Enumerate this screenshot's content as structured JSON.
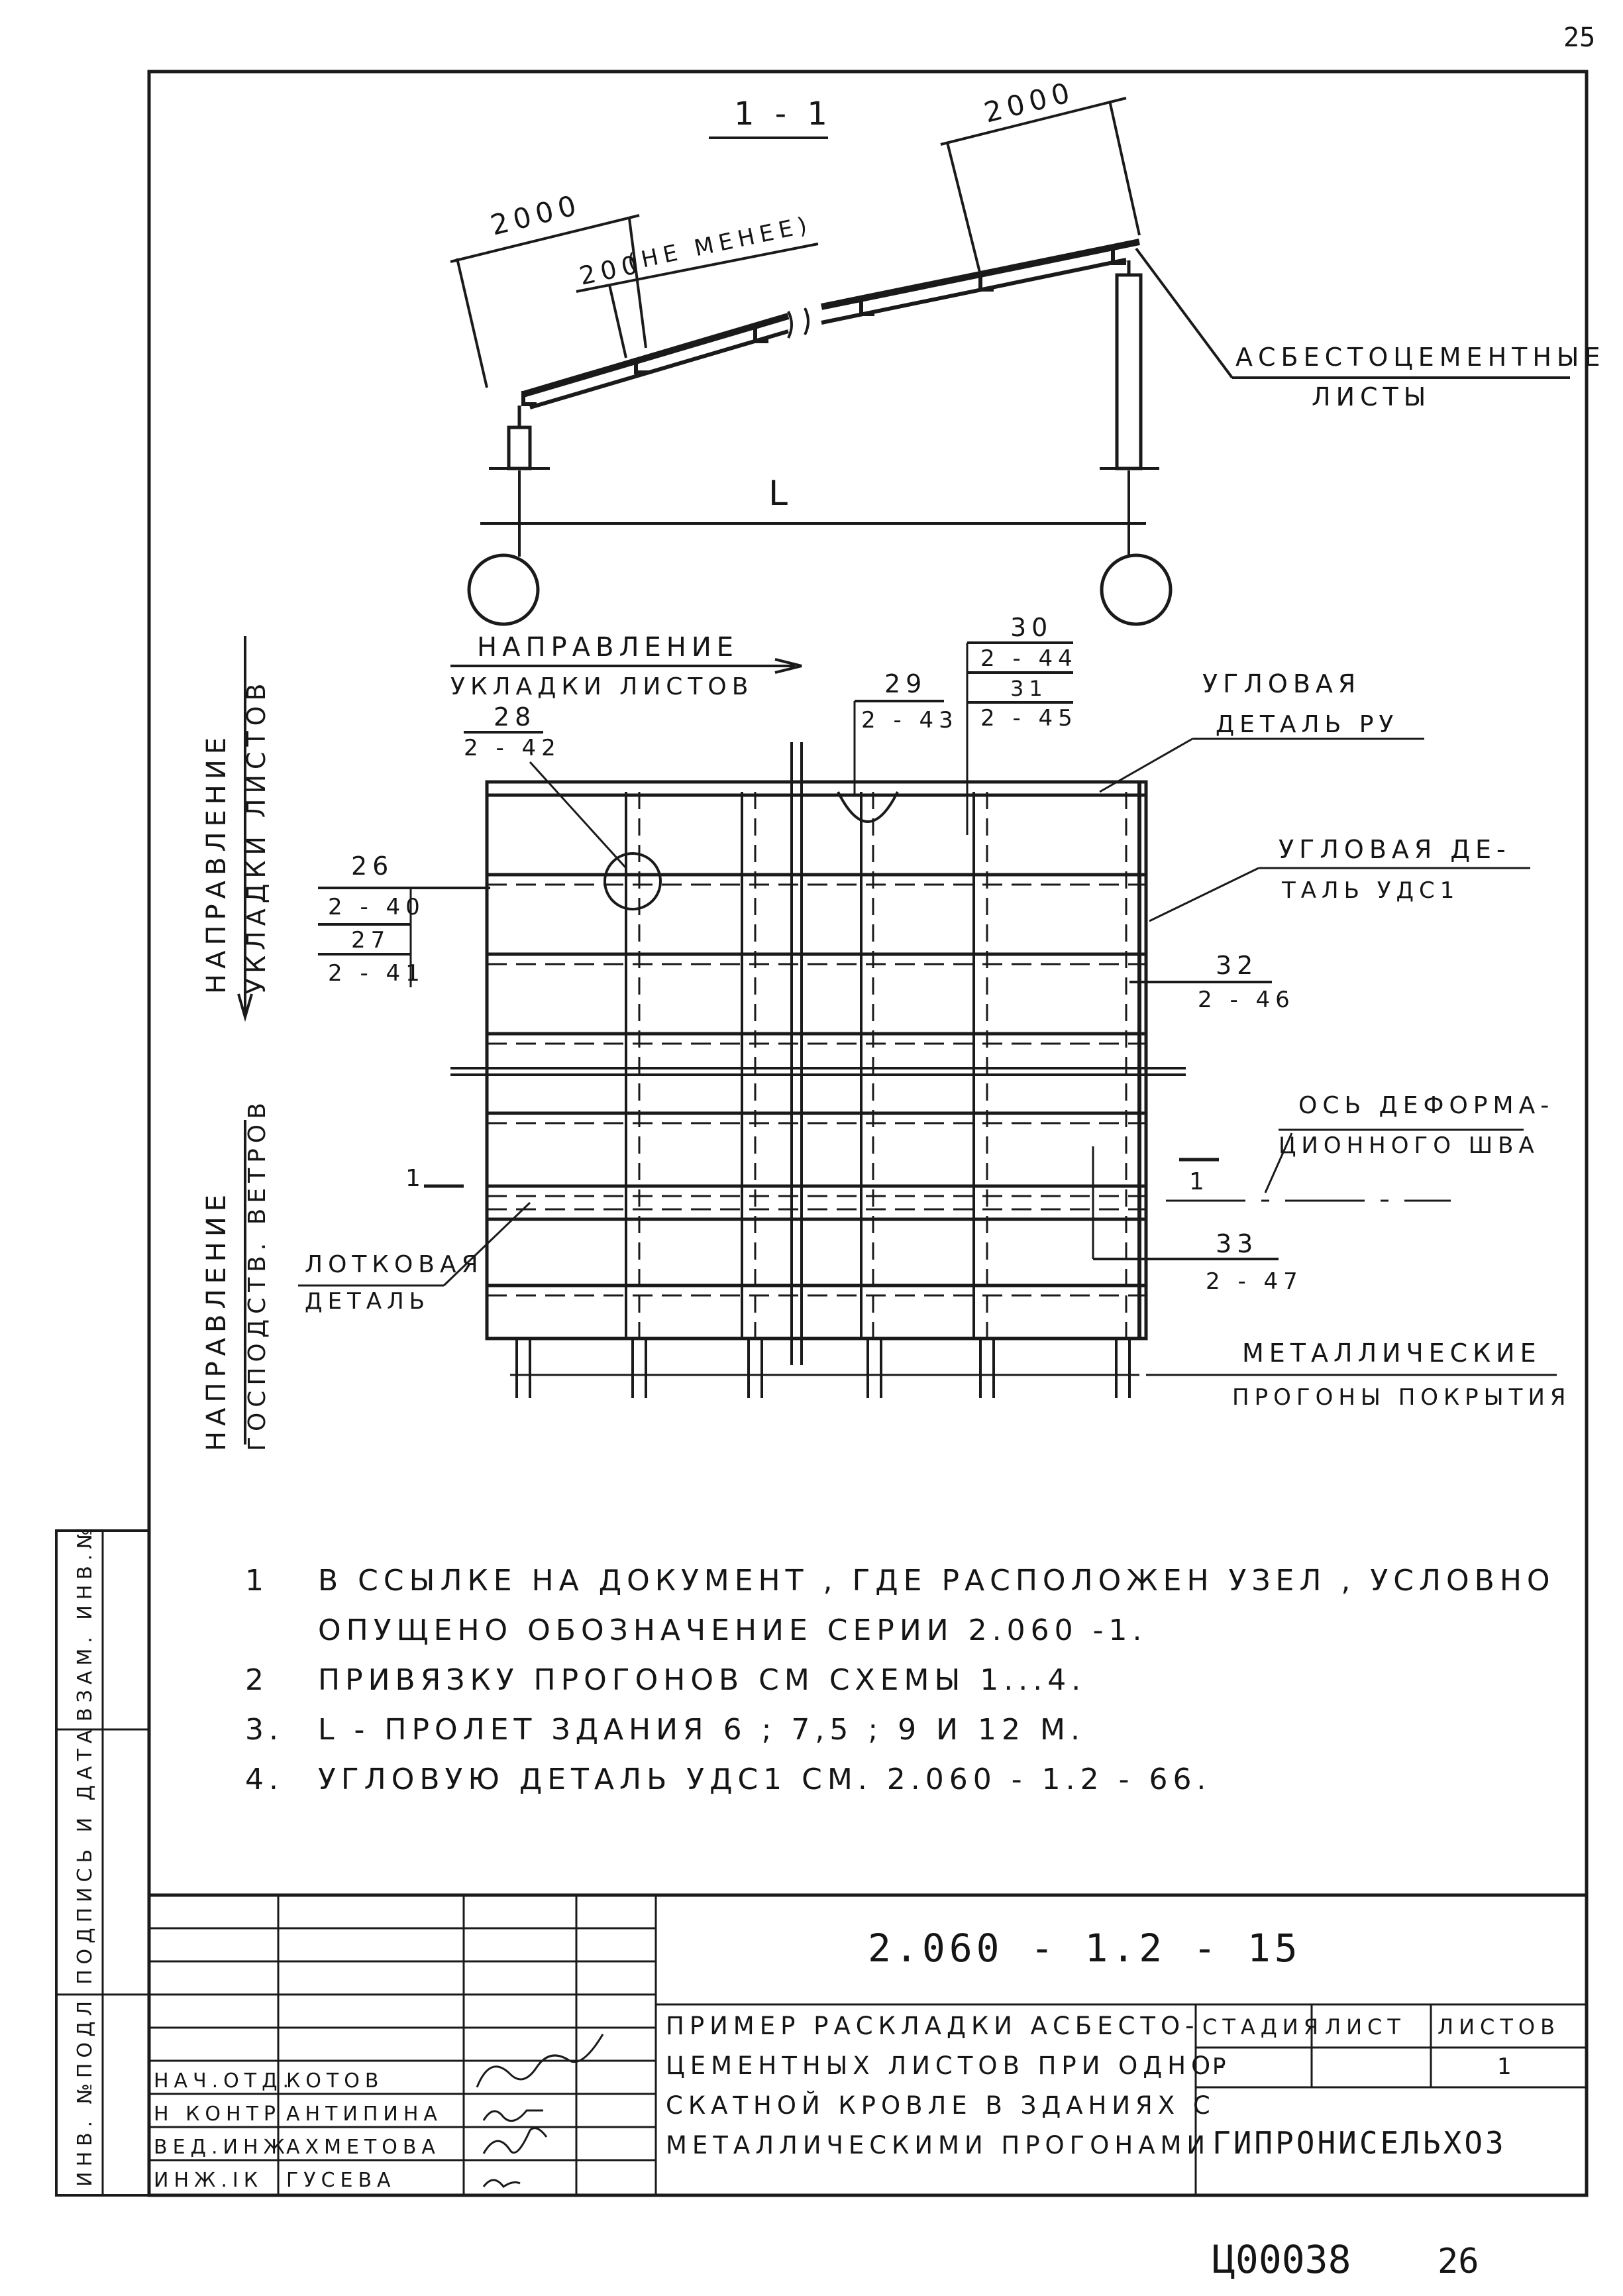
{
  "page_number": "25",
  "section_label": "1 - 1",
  "section": {
    "dim_top": "2000",
    "dim_left": "2000",
    "dim_overlap": "200",
    "overlap_note": "(НЕ МЕНЕЕ)",
    "span_label": "L",
    "callout_sheets_line1": "АСБЕСТОЦЕМЕНТНЫЕ",
    "callout_sheets_line2": "ЛИСТЫ"
  },
  "plan": {
    "dir_laying_h_line1": "НАПРАВЛЕНИЕ",
    "dir_laying_h_line2": "УКЛАДКИ ЛИСТОВ",
    "dir_laying_v_line1": "НАПРАВЛЕНИЕ",
    "dir_laying_v_line2": "УКЛАДКИ ЛИСТОВ",
    "dir_wind_line1": "НАПРАВЛЕНИЕ",
    "dir_wind_line2": "ГОСПОДСТВ. ВЕТРОВ",
    "ref_28": {
      "num": "28",
      "den": "2 - 42"
    },
    "ref_29": {
      "num": "29",
      "den": "2 - 43"
    },
    "ref_30": {
      "num": "30",
      "den": "2 - 44"
    },
    "ref_31": {
      "num": "31",
      "den": "2 - 45"
    },
    "ref_26": {
      "num": "26",
      "den": "2 - 40"
    },
    "ref_27": {
      "num": "27",
      "den": "2 - 41"
    },
    "ref_32": {
      "num": "32",
      "den": "2 - 46"
    },
    "ref_33": {
      "num": "33",
      "den": "2 - 47"
    },
    "corner_ru_line1": "УГЛОВАЯ",
    "corner_ru_line2": "ДЕТАЛЬ РУ",
    "corner_uds_line1": "УГЛОВАЯ ДЕ-",
    "corner_uds_line2": "ТАЛЬ УДС1",
    "axis_line1": "ОСЬ ДЕФОРМА-",
    "axis_line2": "ЦИОННОГО ШВА",
    "gutter_line1": "ЛОТКОВАЯ",
    "gutter_line2": "ДЕТАЛЬ",
    "purlins_line1": "МЕТАЛЛИЧЕСКИЕ",
    "purlins_line2": "ПРОГОНЫ ПОКРЫТИЯ",
    "cut_left": "1",
    "cut_right": "1"
  },
  "notes": [
    {
      "num": "1",
      "text": "В ССЫЛКЕ НА ДОКУМЕНТ , ГДЕ РАСПОЛОЖЕН УЗЕЛ , УСЛОВНО"
    },
    {
      "num": "",
      "text": "ОПУЩЕНО ОБОЗНАЧЕНИЕ СЕРИИ 2.060 -1."
    },
    {
      "num": "2",
      "text": "ПРИВЯЗКУ ПРОГОНОВ СМ СХЕМЫ 1...4."
    },
    {
      "num": "3.",
      "text": "L - ПРОЛЕТ ЗДАНИЯ 6 ; 7,5 ; 9 И 12 М."
    },
    {
      "num": "4.",
      "text": "УГЛОВУЮ ДЕТАЛЬ УДС1 СМ. 2.060 - 1.2 - 66."
    }
  ],
  "side_stamp": {
    "inv_podl": "ИНВ. №ПОДЛ",
    "podpis": "ПОДПИСЬ И ДАТА",
    "vzam": "ВЗАМ. ИНВ.№"
  },
  "title_block": {
    "doc_code": "2.060 - 1.2 - 15",
    "title_line1": "ПРИМЕР РАСКЛАДКИ АСБЕСТО-",
    "title_line2": "ЦЕМЕНТНЫХ ЛИСТОВ ПРИ ОДНО-",
    "title_line3": "СКАТНОЙ КРОВЛЕ В ЗДАНИЯХ С",
    "title_line4": "МЕТАЛЛИЧЕСКИМИ ПРОГОНАМИ",
    "stage_label": "СТАДИЯ",
    "sheet_label": "ЛИСТ",
    "sheets_label": "ЛИСТОВ",
    "stage_value": "Р",
    "sheets_value": "1",
    "organization": "ГИПРОНИСЕЛЬХОЗ",
    "signatures": [
      {
        "role": "НАЧ.ОТД.",
        "name": "КОТОВ"
      },
      {
        "role": "Н КОНТР",
        "name": "АНТИПИНА"
      },
      {
        "role": "ВЕД.ИНЖ",
        "name": "АХМЕТОВА"
      },
      {
        "role": "ИНЖ.IК",
        "name": "ГУСЕВА"
      }
    ]
  },
  "archive_number": "Ц00038",
  "archive_page": "26"
}
